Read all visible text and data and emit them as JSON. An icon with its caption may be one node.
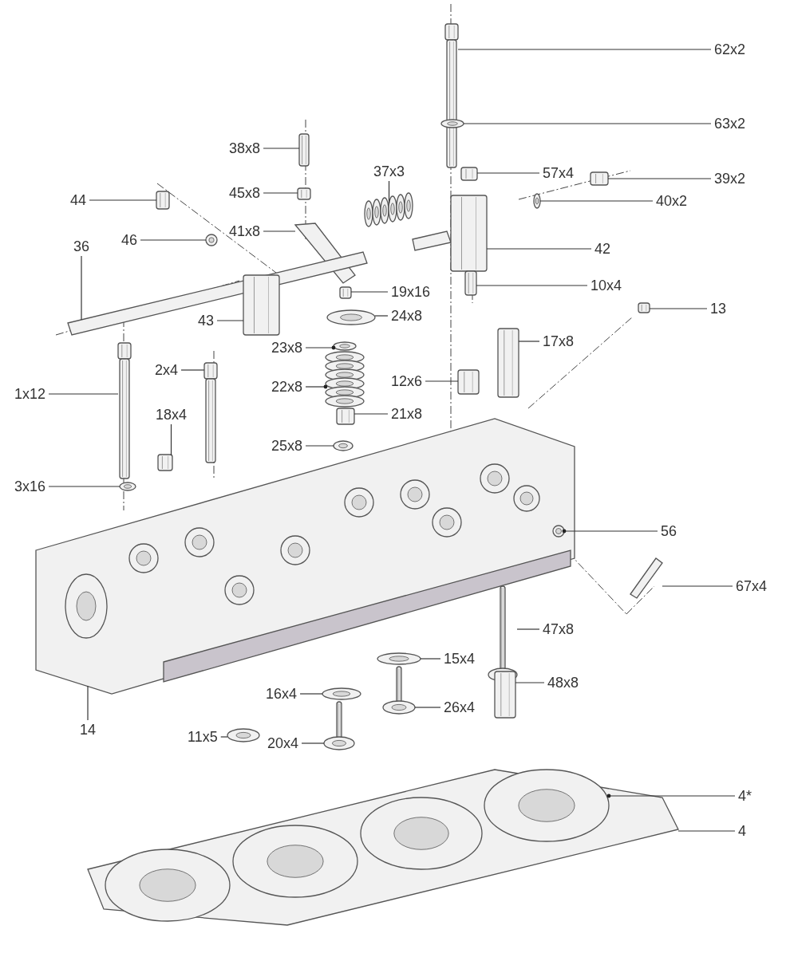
{
  "diagram": {
    "nodes": [
      {
        "text": [
          "62x2"
        ]
      },
      {
        "text": [
          "63x2"
        ]
      },
      {
        "text": [
          "38x8"
        ]
      },
      {
        "text": [
          "57x4"
        ]
      },
      {
        "text": [
          "39x2"
        ]
      },
      {
        "text": [
          "37x3"
        ]
      },
      {
        "text": [
          "44"
        ]
      },
      {
        "text": [
          "45x8"
        ]
      },
      {
        "text": [
          "40x2"
        ]
      },
      {
        "text": [
          "46"
        ]
      },
      {
        "text": [
          "41x8"
        ]
      },
      {
        "text": [
          "36"
        ]
      },
      {
        "text": [
          "42"
        ]
      },
      {
        "text": [
          "10x4"
        ]
      },
      {
        "text": [
          "19x16"
        ]
      },
      {
        "text": [
          "13"
        ]
      },
      {
        "text": [
          "43"
        ]
      },
      {
        "text": [
          "24x8"
        ]
      },
      {
        "text": [
          "17x8"
        ]
      },
      {
        "text": [
          "23x8"
        ]
      },
      {
        "text": [
          "2x4"
        ]
      },
      {
        "text": [
          "12x6"
        ]
      },
      {
        "text": [
          "22x8"
        ]
      },
      {
        "text": [
          "1x12"
        ]
      },
      {
        "text": [
          "18x4"
        ]
      },
      {
        "text": [
          "21x8"
        ]
      },
      {
        "text": [
          "25x8"
        ]
      },
      {
        "text": [
          "3x16"
        ]
      },
      {
        "text": [
          "56"
        ]
      },
      {
        "text": [
          "67x4"
        ]
      },
      {
        "text": [
          "47x8"
        ]
      },
      {
        "text": [
          "15x4"
        ]
      },
      {
        "text": [
          "48x8"
        ]
      },
      {
        "text": [
          "16x4"
        ]
      },
      {
        "text": [
          "14"
        ]
      },
      {
        "text": [
          "26x4"
        ]
      },
      {
        "text": [
          "11x5"
        ]
      },
      {
        "text": [
          "20x4"
        ]
      },
      {
        "text": [
          "4*"
        ]
      },
      {
        "text": [
          "4"
        ]
      },
      {
        "text": [],
        "shape": "picture"
      },
      {
        "text": [],
        "shape": "picture"
      },
      {
        "text": [],
        "shape": "picture"
      },
      {
        "text": [],
        "shape": "picture"
      },
      {
        "text": [],
        "shape": "picture"
      },
      {
        "text": [],
        "shape": "picture"
      },
      {
        "text": [],
        "shape": "picture"
      },
      {
        "text": [],
        "shape": "picture"
      },
      {
        "text": [],
        "shape": "picture"
      },
      {
        "text": [],
        "shape": "picture"
      },
      {
        "text": [],
        "shape": "picture"
      },
      {
        "text": [],
        "shape": "picture"
      },
      {
        "text": [],
        "shape": "picture"
      },
      {
        "text": [],
        "shape": "picture"
      },
      {
        "text": [],
        "shape": "picture"
      },
      {
        "text": [],
        "shape": "picture"
      },
      {
        "text": [],
        "shape": "picture"
      },
      {
        "text": [],
        "shape": "picture"
      },
      {
        "text": [],
        "shape": "picture"
      },
      {
        "text": [],
        "shape": "picture"
      },
      {
        "text": [],
        "shape": "picture"
      },
      {
        "text": [],
        "shape": "picture"
      },
      {
        "text": [],
        "shape": "picture"
      },
      {
        "text": [],
        "shape": "picture"
      },
      {
        "text": [],
        "shape": "picture"
      },
      {
        "text": [],
        "shape": "picture"
      },
      {
        "text": [],
        "shape": "picture"
      },
      {
        "text": [],
        "shape": "picture"
      },
      {
        "text": [],
        "shape": "picture"
      },
      {
        "text": [],
        "shape": "picture"
      },
      {
        "text": [],
        "shape": "picture",
        "in": 40
      },
      {
        "text": [],
        "shape": "picture"
      },
      {
        "text": [],
        "shape": "picture"
      },
      {
        "text": [],
        "shape": "picture"
      },
      {
        "text": [],
        "shape": "picture"
      },
      {
        "text": [],
        "shape": "picture"
      },
      {
        "text": [],
        "shape": "picture"
      },
      {
        "text": [],
        "shape": "picture"
      },
      {
        "text": [],
        "shape": "picture"
      },
      {
        "text": [],
        "shape": "picture",
        "in": 41
      }
    ],
    "edges": [
      {
        "from": 0,
        "to": 42,
        "arrow": "none"
      },
      {
        "from": 1,
        "to": 43,
        "arrow": "none"
      },
      {
        "from": 2,
        "to": 44,
        "arrow": "none"
      },
      {
        "from": 3,
        "to": 45,
        "arrow": "none"
      },
      {
        "from": 4,
        "to": 46,
        "arrow": "none"
      },
      {
        "from": 5,
        "to": 47,
        "arrow": "none"
      },
      {
        "from": 6,
        "to": 48,
        "arrow": "none"
      },
      {
        "from": 7,
        "to": 49,
        "arrow": "none"
      },
      {
        "from": 8,
        "to": 50,
        "arrow": "none"
      },
      {
        "from": 9,
        "to": 51,
        "arrow": "none"
      },
      {
        "from": 10,
        "to": 52,
        "arrow": "none"
      },
      {
        "from": 11,
        "to": 53,
        "arrow": "none"
      },
      {
        "from": 12,
        "to": 54,
        "arrow": "none"
      },
      {
        "from": 13,
        "to": 55,
        "arrow": "none"
      },
      {
        "from": 14,
        "to": 56,
        "arrow": "none"
      },
      {
        "from": 15,
        "to": 57,
        "arrow": "none"
      },
      {
        "from": 16,
        "to": 58,
        "arrow": "none"
      },
      {
        "from": 17,
        "to": 59,
        "arrow": "none"
      },
      {
        "from": 18,
        "to": 60,
        "arrow": "none"
      },
      {
        "from": 19,
        "to": 61,
        "arrow": "other"
      },
      {
        "from": 20,
        "to": 62,
        "arrow": "none"
      },
      {
        "from": 21,
        "to": 63,
        "arrow": "none"
      },
      {
        "from": 22,
        "to": 64,
        "arrow": "other"
      },
      {
        "from": 23,
        "to": 65,
        "arrow": "none"
      },
      {
        "from": 24,
        "to": 66,
        "arrow": "none"
      },
      {
        "from": 25,
        "to": 67,
        "arrow": "none"
      },
      {
        "from": 26,
        "to": 68,
        "arrow": "none"
      },
      {
        "from": 27,
        "to": 69,
        "arrow": "none"
      },
      {
        "from": 28,
        "to": 70,
        "arrow": "other"
      },
      {
        "from": 29,
        "to": 71,
        "arrow": "none"
      },
      {
        "from": 30,
        "to": 72,
        "arrow": "none"
      },
      {
        "from": 31,
        "to": 73,
        "arrow": "none"
      },
      {
        "from": 32,
        "to": 74,
        "arrow": "none"
      },
      {
        "from": 33,
        "to": 75,
        "arrow": "none"
      },
      {
        "from": 34,
        "to": 40,
        "arrow": "none"
      },
      {
        "from": 35,
        "to": 76,
        "arrow": "none"
      },
      {
        "from": 36,
        "to": 77,
        "arrow": "none"
      },
      {
        "from": 37,
        "to": 78,
        "arrow": "none"
      },
      {
        "from": 38,
        "to": 79,
        "arrow": "other"
      },
      {
        "from": 39,
        "to": 41,
        "arrow": "none"
      }
    ]
  }
}
